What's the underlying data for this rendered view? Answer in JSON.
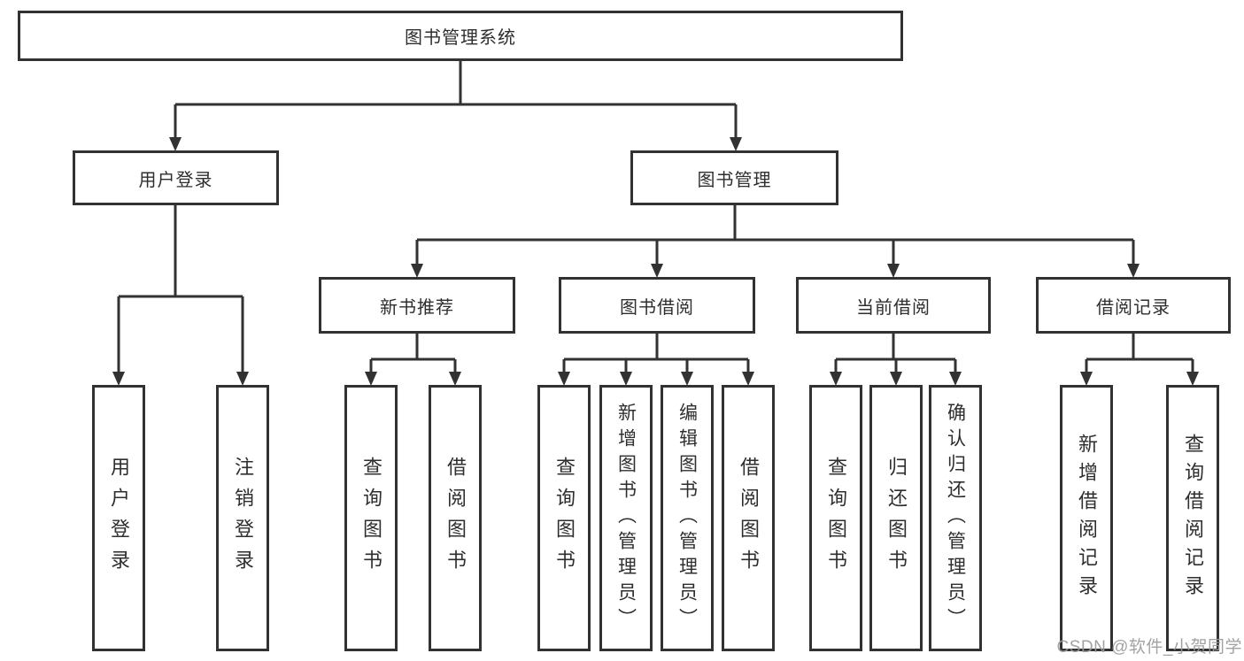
{
  "tree": {
    "root": {
      "label": "图书管理系统"
    },
    "level2": [
      {
        "label": "用户登录",
        "children": [
          {
            "label": "用户登录"
          },
          {
            "label": "注销登录"
          }
        ]
      },
      {
        "label": "图书管理",
        "children": [
          {
            "label": "新书推荐",
            "children": [
              {
                "label": "查询图书"
              },
              {
                "label": "借阅图书"
              }
            ]
          },
          {
            "label": "图书借阅",
            "children": [
              {
                "label": "查询图书"
              },
              {
                "label": "新增图书（管理员）"
              },
              {
                "label": "编辑图书（管理员）"
              },
              {
                "label": "借阅图书"
              }
            ]
          },
          {
            "label": "当前借阅",
            "children": [
              {
                "label": "查询图书"
              },
              {
                "label": "归还图书"
              },
              {
                "label": "确认归还（管理员）"
              }
            ]
          },
          {
            "label": "借阅记录",
            "children": [
              {
                "label": "新增借阅记录"
              },
              {
                "label": "查询借阅记录"
              }
            ]
          }
        ]
      }
    ]
  },
  "watermark": {
    "text": "CSDN @软件_小贺同学"
  },
  "colors": {
    "line": "#323232",
    "text": "#2e2e2e",
    "watermark": "#9b9b9b",
    "background": "#ffffff"
  }
}
